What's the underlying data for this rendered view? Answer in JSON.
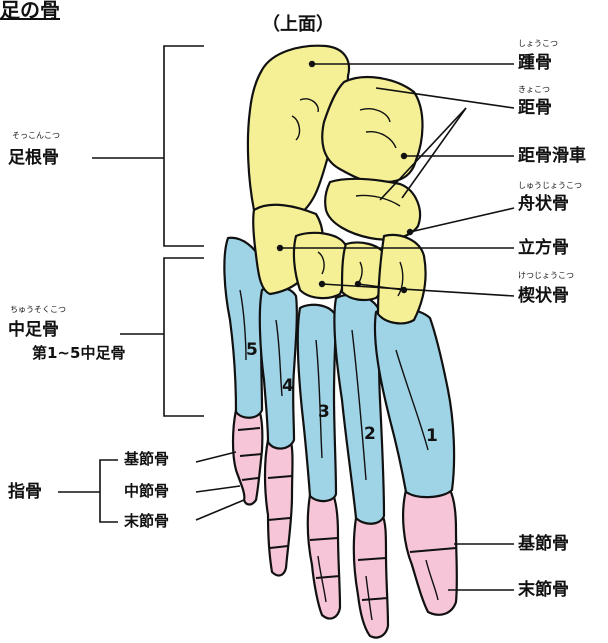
{
  "header": {
    "title": "足の骨",
    "view": "（上面）"
  },
  "left": {
    "tarsal": {
      "label": "足根骨",
      "ruby": "そっこんこつ"
    },
    "metatarsal": {
      "label": "中足骨",
      "ruby": "ちゅうそくこつ",
      "sub": "第1~5中足骨"
    },
    "phalanges": {
      "label": "指骨",
      "proximal": "基節骨",
      "middle": "中節骨",
      "distal": "末節骨"
    }
  },
  "right": {
    "calcaneus": {
      "label": "踵骨",
      "ruby": "しょうこつ"
    },
    "talus": {
      "label": "距骨",
      "ruby": "きょこつ"
    },
    "trochlea": {
      "label": "距骨滑車"
    },
    "navicular": {
      "label": "舟状骨",
      "ruby": "しゅうじょうこつ"
    },
    "cuboid": {
      "label": "立方骨"
    },
    "cuneiform": {
      "label": "楔状骨",
      "ruby": "けつじょうこつ"
    },
    "proximal": {
      "label": "基節骨"
    },
    "distal": {
      "label": "末節骨"
    }
  },
  "digits": [
    "1",
    "2",
    "3",
    "4",
    "5"
  ],
  "colors": {
    "tarsal": "#f5f096",
    "metatarsal": "#9fd3e6",
    "phalanx": "#f6c5d8",
    "outline": "#111111"
  }
}
